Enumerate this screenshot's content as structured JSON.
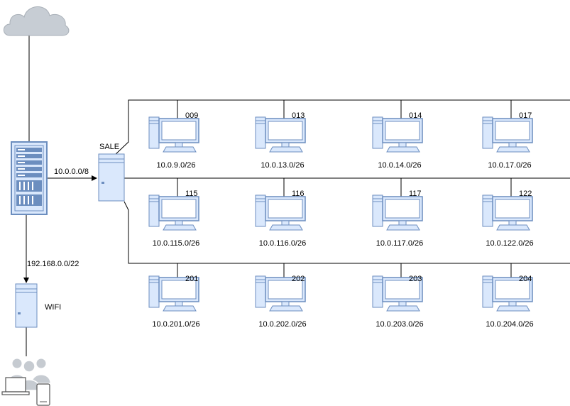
{
  "labels": {
    "sale": "SALE",
    "wifi": "WIFI",
    "net_main": "10.0.0.0/8",
    "net_wifi": "192.168.0.0/22"
  },
  "colors": {
    "device_fill": "#dae8fc",
    "device_stroke": "#6c8ebf",
    "cloud_fill": "#c7cdd4",
    "user_fill": "#c6cbd1",
    "line": "#000000"
  },
  "icons": {
    "internet": "cloud-icon",
    "core": "server-rack-icon",
    "switch": "tower-switch-icon",
    "wifi": "tower-wifi-icon",
    "pc": "desktop-pc-icon",
    "users": "users-devices-icon"
  },
  "computers": [
    [
      {
        "id": "009",
        "subnet": "10.0.9.0/26"
      },
      {
        "id": "013",
        "subnet": "10.0.13.0/26"
      },
      {
        "id": "014",
        "subnet": "10.0.14.0/26"
      },
      {
        "id": "017",
        "subnet": "10.0.17.0/26"
      }
    ],
    [
      {
        "id": "115",
        "subnet": "10.0.115.0/26"
      },
      {
        "id": "116",
        "subnet": "10.0.116.0/26"
      },
      {
        "id": "117",
        "subnet": "10.0.117.0/26"
      },
      {
        "id": "122",
        "subnet": "10.0.122.0/26"
      }
    ],
    [
      {
        "id": "201",
        "subnet": "10.0.201.0/26"
      },
      {
        "id": "202",
        "subnet": "10.0.202.0/26"
      },
      {
        "id": "203",
        "subnet": "10.0.203.0/26"
      },
      {
        "id": "204",
        "subnet": "10.0.204.0/26"
      }
    ]
  ]
}
